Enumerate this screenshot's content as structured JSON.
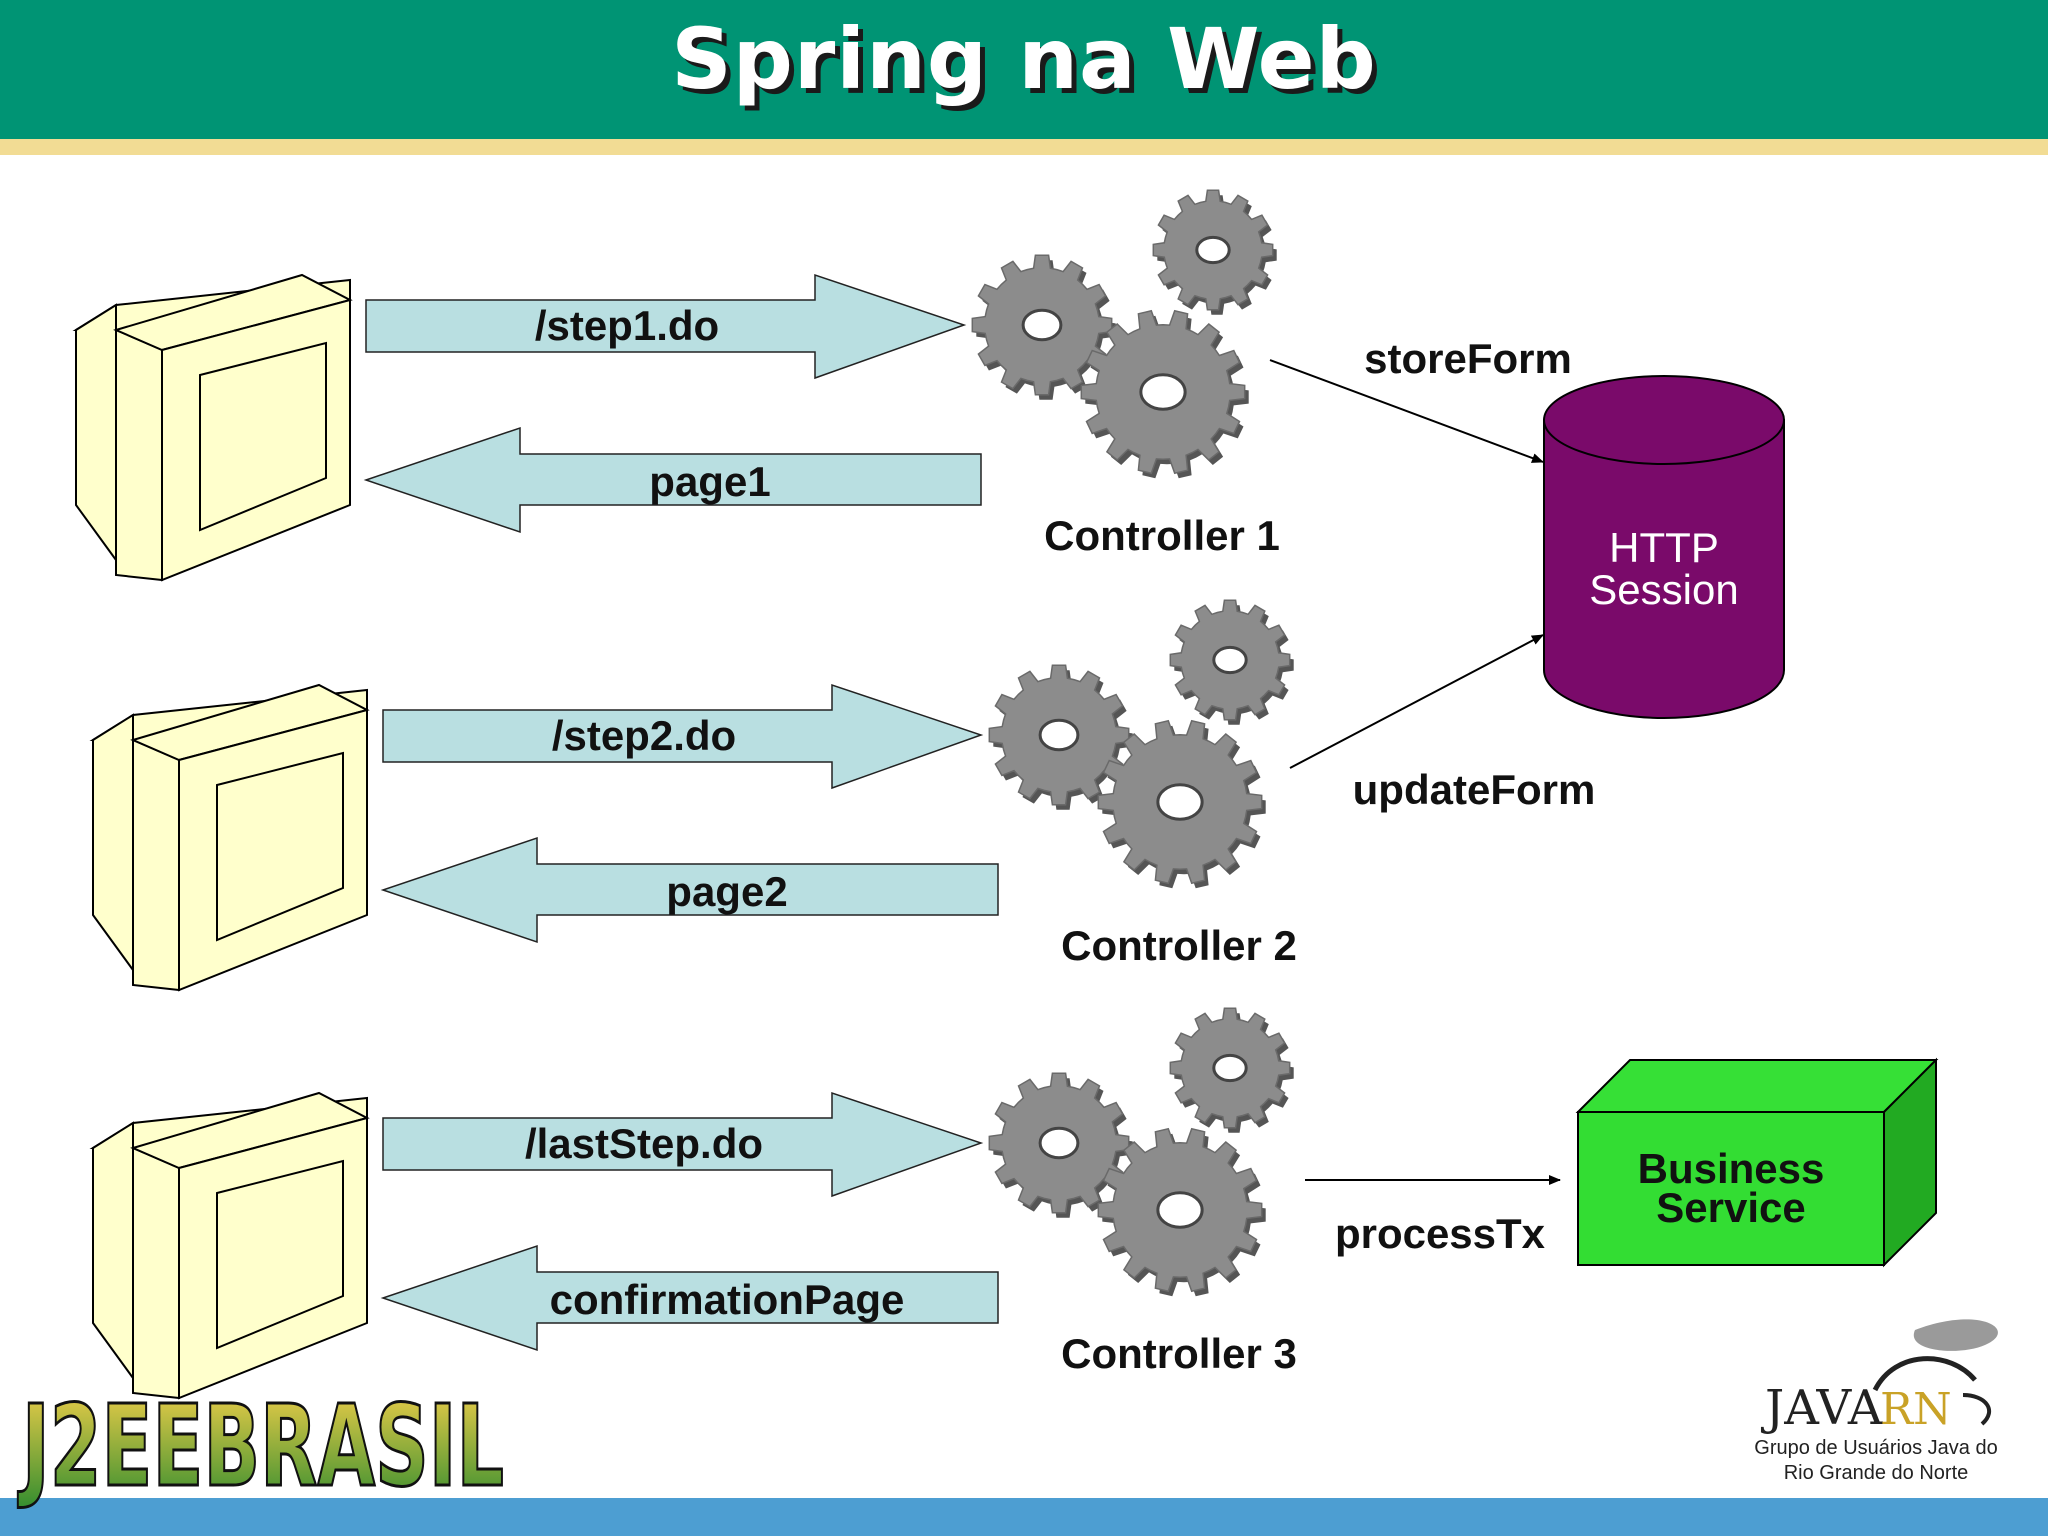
{
  "title": "Spring na Web",
  "colors": {
    "header": "#009474",
    "header_stripe": "#f2dc94",
    "footer": "#4d9ed2",
    "arrow_fill": "#b9dfe1",
    "monitor_fill": "#ffffcc",
    "gear_fill": "#8c8c8c",
    "session_fill": "#7a0a6a",
    "business_fill": "#33dd33"
  },
  "rows": [
    {
      "request": "/step1.do",
      "response": "page1",
      "controller": "Controller 1"
    },
    {
      "request": "/step2.do",
      "response": "page2",
      "controller": "Controller 2"
    },
    {
      "request": "/lastStep.do",
      "response": "confirmationPage",
      "controller": "Controller 3"
    }
  ],
  "connectors": {
    "store": "storeForm",
    "update": "updateForm",
    "process": "processTx"
  },
  "session": {
    "line1": "HTTP",
    "line2": "Session"
  },
  "business": {
    "line1": "Business",
    "line2": "Service"
  },
  "logos": {
    "j2ee": "J2EEBRASIL",
    "java": "JAVA",
    "rn": "RN",
    "group_line1": "Grupo de Usuários Java do",
    "group_line2": "Rio Grande do Norte"
  }
}
